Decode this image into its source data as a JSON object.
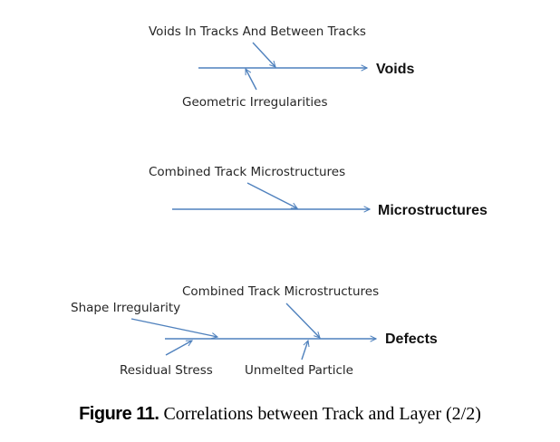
{
  "colors": {
    "arrow": "#4f81bd",
    "text": "#262626"
  },
  "groups": [
    {
      "outcome": "Voids",
      "causes": [
        "Voids In Tracks And Between Tracks",
        "Geometric Irregularities"
      ]
    },
    {
      "outcome": "Microstructures",
      "causes": [
        "Combined Track Microstructures"
      ]
    },
    {
      "outcome": "Defects",
      "causes": [
        "Combined Track Microstructures",
        "Shape Irregularity",
        "Residual Stress",
        "Unmelted Particle"
      ]
    }
  ],
  "caption": {
    "label": "Figure 11.",
    "text": " Correlations between Track and Layer (2/2)"
  }
}
